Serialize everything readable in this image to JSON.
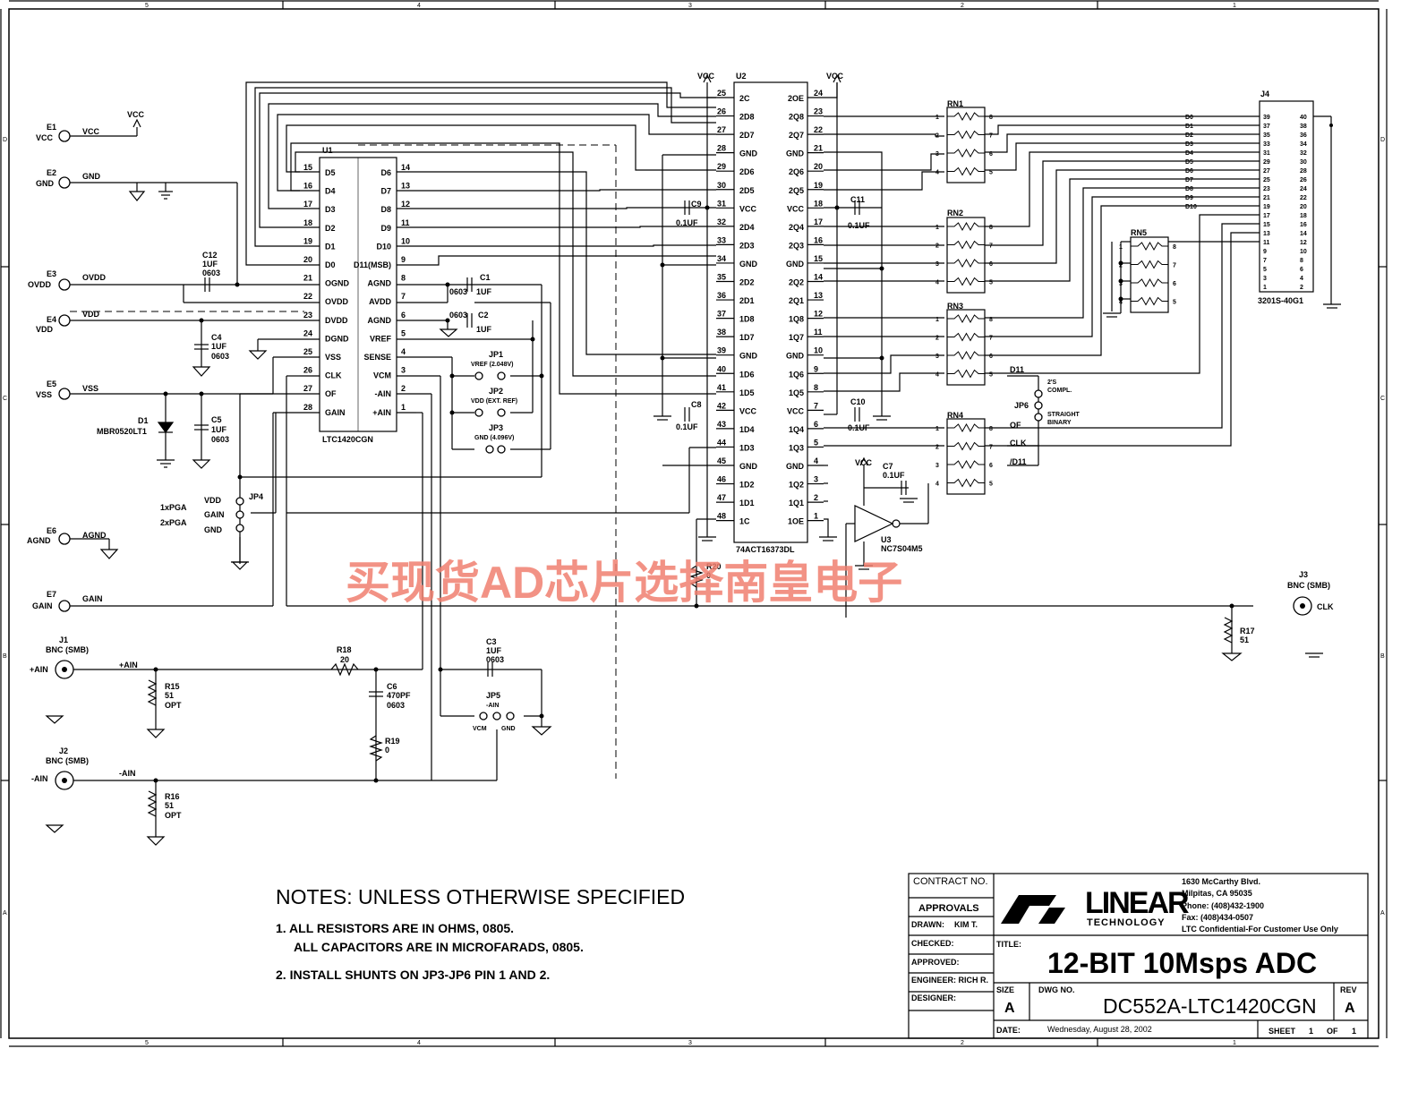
{
  "border": {
    "zones_top": [
      "5",
      "4",
      "3",
      "2",
      "1"
    ],
    "zones_side": [
      "D",
      "C",
      "B",
      "A"
    ]
  },
  "connectors": {
    "e1": {
      "ref": "E1",
      "net": "VCC",
      "label": "VCC"
    },
    "e2": {
      "ref": "E2",
      "net": "GND",
      "label": "GND"
    },
    "e3": {
      "ref": "E3",
      "net": "OVDD",
      "label": "OVDD"
    },
    "e4": {
      "ref": "E4",
      "net": "VDD",
      "label": "VDD"
    },
    "e5": {
      "ref": "E5",
      "net": "VSS",
      "label": "VSS"
    },
    "e6": {
      "ref": "E6",
      "net": "AGND",
      "label": "AGND"
    },
    "e7": {
      "ref": "E7",
      "net": "GAIN",
      "label": "GAIN"
    },
    "vcc_flag": "VCC"
  },
  "u1": {
    "ref": "U1",
    "part": "LTC1420CGN",
    "left_pins": [
      {
        "num": "15",
        "name": "D5"
      },
      {
        "num": "16",
        "name": "D4"
      },
      {
        "num": "17",
        "name": "D3"
      },
      {
        "num": "18",
        "name": "D2"
      },
      {
        "num": "19",
        "name": "D1"
      },
      {
        "num": "20",
        "name": "D0"
      },
      {
        "num": "21",
        "name": "OGND"
      },
      {
        "num": "22",
        "name": "OVDD"
      },
      {
        "num": "23",
        "name": "DVDD"
      },
      {
        "num": "24",
        "name": "DGND"
      },
      {
        "num": "25",
        "name": "VSS"
      },
      {
        "num": "26",
        "name": "CLK"
      },
      {
        "num": "27",
        "name": "OF"
      },
      {
        "num": "28",
        "name": "GAIN"
      }
    ],
    "right_pins": [
      {
        "num": "14",
        "name": "D6"
      },
      {
        "num": "13",
        "name": "D7"
      },
      {
        "num": "12",
        "name": "D8"
      },
      {
        "num": "11",
        "name": "D9"
      },
      {
        "num": "10",
        "name": "D10"
      },
      {
        "num": "9",
        "name": "D11(MSB)"
      },
      {
        "num": "8",
        "name": "AGND"
      },
      {
        "num": "7",
        "name": "AVDD"
      },
      {
        "num": "6",
        "name": "AGND"
      },
      {
        "num": "5",
        "name": "VREF"
      },
      {
        "num": "4",
        "name": "SENSE"
      },
      {
        "num": "3",
        "name": "VCM"
      },
      {
        "num": "2",
        "name": "-AIN"
      },
      {
        "num": "1",
        "name": "+AIN"
      }
    ]
  },
  "u2": {
    "ref": "U2",
    "part": "74ACT16373DL",
    "supply": "VCC",
    "left_pins": [
      {
        "num": "25",
        "name": "2C"
      },
      {
        "num": "26",
        "name": "2D8"
      },
      {
        "num": "27",
        "name": "2D7"
      },
      {
        "num": "28",
        "name": "GND"
      },
      {
        "num": "29",
        "name": "2D6"
      },
      {
        "num": "30",
        "name": "2D5"
      },
      {
        "num": "31",
        "name": "VCC"
      },
      {
        "num": "32",
        "name": "2D4"
      },
      {
        "num": "33",
        "name": "2D3"
      },
      {
        "num": "34",
        "name": "GND"
      },
      {
        "num": "35",
        "name": "2D2"
      },
      {
        "num": "36",
        "name": "2D1"
      },
      {
        "num": "37",
        "name": "1D8"
      },
      {
        "num": "38",
        "name": "1D7"
      },
      {
        "num": "39",
        "name": "GND"
      },
      {
        "num": "40",
        "name": "1D6"
      },
      {
        "num": "41",
        "name": "1D5"
      },
      {
        "num": "42",
        "name": "VCC"
      },
      {
        "num": "43",
        "name": "1D4"
      },
      {
        "num": "44",
        "name": "1D3"
      },
      {
        "num": "45",
        "name": "GND"
      },
      {
        "num": "46",
        "name": "1D2"
      },
      {
        "num": "47",
        "name": "1D1"
      },
      {
        "num": "48",
        "name": "1C"
      }
    ],
    "right_pins": [
      {
        "num": "24",
        "name": "2OE"
      },
      {
        "num": "23",
        "name": "2Q8"
      },
      {
        "num": "22",
        "name": "2Q7"
      },
      {
        "num": "21",
        "name": "GND"
      },
      {
        "num": "20",
        "name": "2Q6"
      },
      {
        "num": "19",
        "name": "2Q5"
      },
      {
        "num": "18",
        "name": "VCC"
      },
      {
        "num": "17",
        "name": "2Q4"
      },
      {
        "num": "16",
        "name": "2Q3"
      },
      {
        "num": "15",
        "name": "GND"
      },
      {
        "num": "14",
        "name": "2Q2"
      },
      {
        "num": "13",
        "name": "2Q1"
      },
      {
        "num": "12",
        "name": "1Q8"
      },
      {
        "num": "11",
        "name": "1Q7"
      },
      {
        "num": "10",
        "name": "GND"
      },
      {
        "num": "9",
        "name": "1Q6"
      },
      {
        "num": "8",
        "name": "1Q5"
      },
      {
        "num": "7",
        "name": "VCC"
      },
      {
        "num": "6",
        "name": "1Q4"
      },
      {
        "num": "5",
        "name": "1Q3"
      },
      {
        "num": "4",
        "name": "GND"
      },
      {
        "num": "3",
        "name": "1Q2"
      },
      {
        "num": "2",
        "name": "1Q1"
      },
      {
        "num": "1",
        "name": "1OE"
      }
    ]
  },
  "resistor_networks": [
    "RN1",
    "RN2",
    "RN3",
    "RN4",
    "RN5"
  ],
  "j4": {
    "ref": "J4",
    "part": "3201S-40G1",
    "left_col": [
      "39",
      "37",
      "35",
      "33",
      "31",
      "29",
      "27",
      "25",
      "23",
      "21",
      "19",
      "17",
      "15",
      "13",
      "11",
      "9",
      "7",
      "5",
      "3",
      "1"
    ],
    "right_col": [
      "40",
      "38",
      "36",
      "34",
      "32",
      "30",
      "28",
      "26",
      "24",
      "22",
      "20",
      "18",
      "16",
      "14",
      "12",
      "10",
      "8",
      "6",
      "4",
      "2"
    ],
    "data_labels": [
      "D0",
      "D1",
      "D2",
      "D3",
      "D4",
      "D5",
      "D6",
      "D7",
      "D8",
      "D9",
      "D10"
    ]
  },
  "caps": {
    "c1": {
      "ref": "C1",
      "pkg": "0603",
      "value": "1UF"
    },
    "c2": {
      "ref": "C2",
      "pkg": "0603",
      "value": "1UF"
    },
    "c3": {
      "ref": "C3",
      "value": "1UF",
      "pkg": "0603"
    },
    "c4": {
      "ref": "C4",
      "value": "1UF",
      "pkg": "0603"
    },
    "c5": {
      "ref": "C5",
      "value": "1UF",
      "pkg": "0603"
    },
    "c6": {
      "ref": "C6",
      "value": "470PF",
      "pkg": "0603"
    },
    "c7": {
      "ref": "C7",
      "value": "0.1UF"
    },
    "c8": {
      "ref": "C8",
      "value": "0.1UF"
    },
    "c9": {
      "ref": "C9",
      "value": "0.1UF"
    },
    "c10": {
      "ref": "C10",
      "value": "0.1UF"
    },
    "c11": {
      "ref": "C11",
      "value": "0.1UF"
    },
    "c12": {
      "ref": "C12",
      "value": "1UF",
      "pkg": "0603"
    }
  },
  "resistors": {
    "r15": {
      "ref": "R15",
      "value": "51",
      "opt": "OPT"
    },
    "r16": {
      "ref": "R16",
      "value": "51",
      "opt": "OPT"
    },
    "r17": {
      "ref": "R17",
      "value": "51"
    },
    "r18": {
      "ref": "R18",
      "value": "20"
    },
    "r19": {
      "ref": "R19",
      "value": "0"
    },
    "r20": {
      "ref": "R20",
      "value": "0"
    }
  },
  "diode": {
    "ref": "D1",
    "part": "MBR0520LT1"
  },
  "jumpers": {
    "jp1": {
      "ref": "JP1",
      "label": "VREF (2.048V)"
    },
    "jp2": {
      "ref": "JP2",
      "label": "VDD (EXT. REF)"
    },
    "jp3": {
      "ref": "JP3",
      "label": "GND (4.096V)"
    },
    "jp4": {
      "ref": "JP4",
      "opt1": "1xPGA",
      "opt2": "2xPGA",
      "vdd": "VDD",
      "gain": "GAIN",
      "gnd": "GND"
    },
    "jp5": {
      "ref": "JP5",
      "label": "-AIN",
      "vcm": "VCM",
      "gnd": "GND"
    },
    "jp6": {
      "ref": "JP6",
      "opt1a": "2'S",
      "opt1b": "COMPL.",
      "opt2a": "STRAIGHT",
      "opt2b": "BINARY"
    }
  },
  "u3": {
    "ref": "U3",
    "part": "NC7S04M5",
    "supply": "VCC"
  },
  "bnc": {
    "j1": {
      "ref": "J1",
      "type": "BNC (SMB)",
      "net": "+AIN"
    },
    "j2": {
      "ref": "J2",
      "type": "BNC (SMB)",
      "net": "-AIN"
    },
    "j3": {
      "ref": "J3",
      "type": "BNC (SMB)",
      "net": "CLK"
    }
  },
  "nets": {
    "d11": "D11",
    "of": "OF",
    "clk": "CLK",
    "od11": "/D11",
    "plus_ain": "+AIN",
    "minus_ain": "-AIN"
  },
  "watermark": "买现货AD芯片选择南皇电子",
  "notes": {
    "title": "NOTES:  UNLESS OTHERWISE SPECIFIED",
    "line1": "1.  ALL RESISTORS ARE IN OHMS, 0805.",
    "line1b": "ALL CAPACITORS ARE IN MICROFARADS, 0805.",
    "line2": "2.  INSTALL SHUNTS ON JP3-JP6 PIN 1 AND 2."
  },
  "title_block": {
    "contract_label": "CONTRACT NO.",
    "approvals_label": "APPROVALS",
    "drawn_label": "DRAWN:",
    "drawn_value": "KIM T.",
    "checked_label": "CHECKED:",
    "approved_label": "APPROVED:",
    "engineer_label": "ENGINEER: RICH R.",
    "designer_label": "DESIGNER:",
    "company_logo": "LINEAR",
    "company_sub": "TECHNOLOGY",
    "address1": "1630 McCarthy Blvd.",
    "address2": "Milpitas, CA 95035",
    "phone": "Phone: (408)432-1900",
    "fax": "Fax: (408)434-0507",
    "confidential": "LTC Confidential-For Customer Use Only",
    "title_label": "TITLE:",
    "title": "12-BIT 10Msps ADC",
    "size_label": "SIZE",
    "size": "A",
    "dwg_label": "DWG NO.",
    "dwg": "DC552A-LTC1420CGN",
    "rev_label": "REV",
    "rev": "A",
    "date_label": "DATE:",
    "date": "Wednesday, August 28, 2002",
    "sheet_label": "SHEET",
    "sheet": "1",
    "of_label": "OF",
    "sheets": "1"
  }
}
